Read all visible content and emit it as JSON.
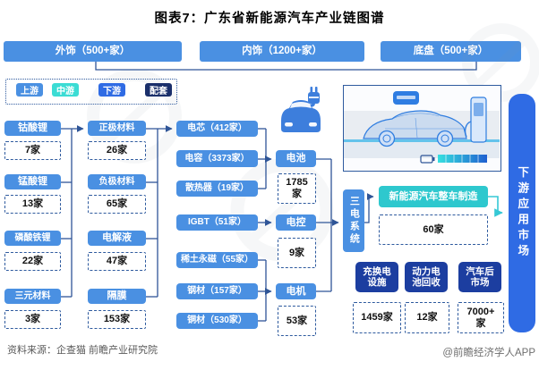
{
  "title": "图表7：广东省新能源汽车产业链图谱",
  "colors": {
    "primary_blue": "#4A90E2",
    "legend_cyan": "#3BDCD4",
    "royal_blue": "#2F6BE4",
    "legend_navy": "#1A2F6B",
    "support_navy": "#1C3EA0",
    "oem_cyan": "#2EC8CE",
    "connector_navy": "#2F5597",
    "connector_cyan": "#35C8D5"
  },
  "top_row": [
    {
      "label": "外饰（500+家）"
    },
    {
      "label": "内饰（1200+家）"
    },
    {
      "label": "底盘（500+家）"
    }
  ],
  "legend": [
    {
      "label": "上游"
    },
    {
      "label": "中游"
    },
    {
      "label": "下游"
    },
    {
      "label": "配套"
    }
  ],
  "chain": {
    "col1": [
      {
        "label": "钴酸锂",
        "count": "7家"
      },
      {
        "label": "锰酸锂",
        "count": "13家"
      },
      {
        "label": "磷酸铁锂",
        "count": "22家"
      },
      {
        "label": "三元材料",
        "count": "3家"
      }
    ],
    "col2": [
      {
        "label": "正极材料",
        "count": "26家"
      },
      {
        "label": "负极材料",
        "count": "65家"
      },
      {
        "label": "电解液",
        "count": "47家"
      },
      {
        "label": "隔膜",
        "count": "153家"
      }
    ],
    "col3": [
      {
        "label": "电芯（412家）"
      },
      {
        "label": "电容（3373家）"
      },
      {
        "label": "散热器（19家）"
      },
      {
        "label": "IGBT（51家）"
      },
      {
        "label": "稀土永磁（55家）"
      },
      {
        "label": "钢材（157家）"
      },
      {
        "label": "铜材（530家）"
      }
    ],
    "col4": [
      {
        "label": "电池",
        "count": "1785\n家"
      },
      {
        "label": "电控",
        "count": "9家"
      },
      {
        "label": "电机",
        "count": "53家"
      }
    ],
    "three_electric": "三电系统",
    "oem": {
      "label": "新能源汽车整车制造",
      "count": "60家"
    },
    "downstream": "下游应用市场",
    "support": [
      {
        "label": "充换电\n设施",
        "count": "1459家"
      },
      {
        "label": "动力电\n池回收",
        "count": "12家"
      },
      {
        "label": "汽车后\n市场",
        "count": "7000+\n家"
      }
    ]
  },
  "footer": {
    "source": "资料来源：企查猫 前瞻产业研究院",
    "credit": "@前瞻经济学人APP"
  }
}
